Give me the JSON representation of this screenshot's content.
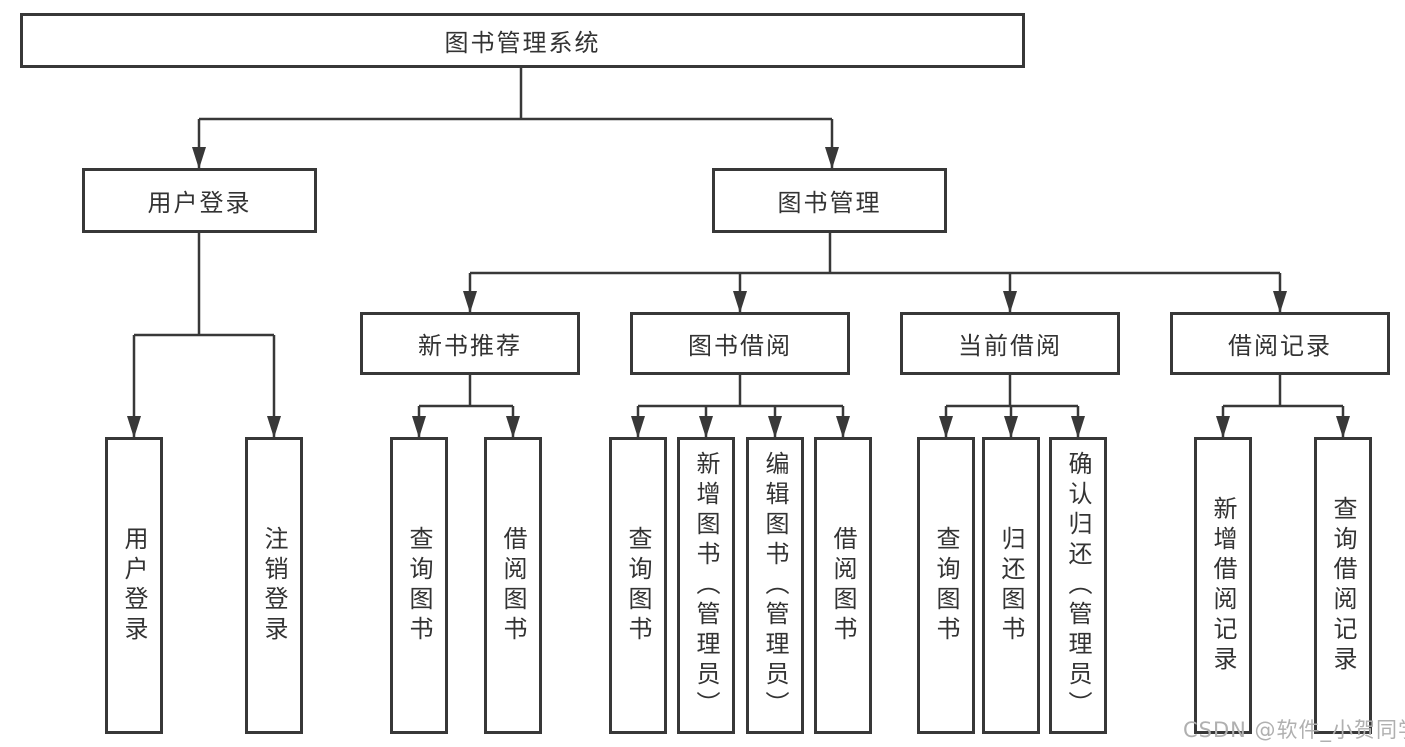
{
  "colors": {
    "line": "#383838",
    "text": "#333333",
    "watermark": "#b0b0b0",
    "box-bg": "#ffffff"
  },
  "nodes": {
    "root": "图书管理系统",
    "userLogin": {
      "label": "用户登录",
      "children": [
        "用户登录",
        "注销登录"
      ]
    },
    "bookMgmt": {
      "label": "图书管理"
    },
    "newBooks": {
      "label": "新书推荐",
      "children": [
        "查询图书",
        "借阅图书"
      ]
    },
    "bookBorrow": {
      "label": "图书借阅",
      "children": [
        "查询图书",
        "新增图书（管理员）",
        "编辑图书（管理员）",
        "借阅图书"
      ]
    },
    "currentBorrow": {
      "label": "当前借阅",
      "children": [
        "查询图书",
        "归还图书",
        "确认归还（管理员）"
      ]
    },
    "borrowRecords": {
      "label": "借阅记录",
      "children": [
        "新增借阅记录",
        "查询借阅记录"
      ]
    }
  },
  "watermark": "CSDN @软件_小贺同学"
}
